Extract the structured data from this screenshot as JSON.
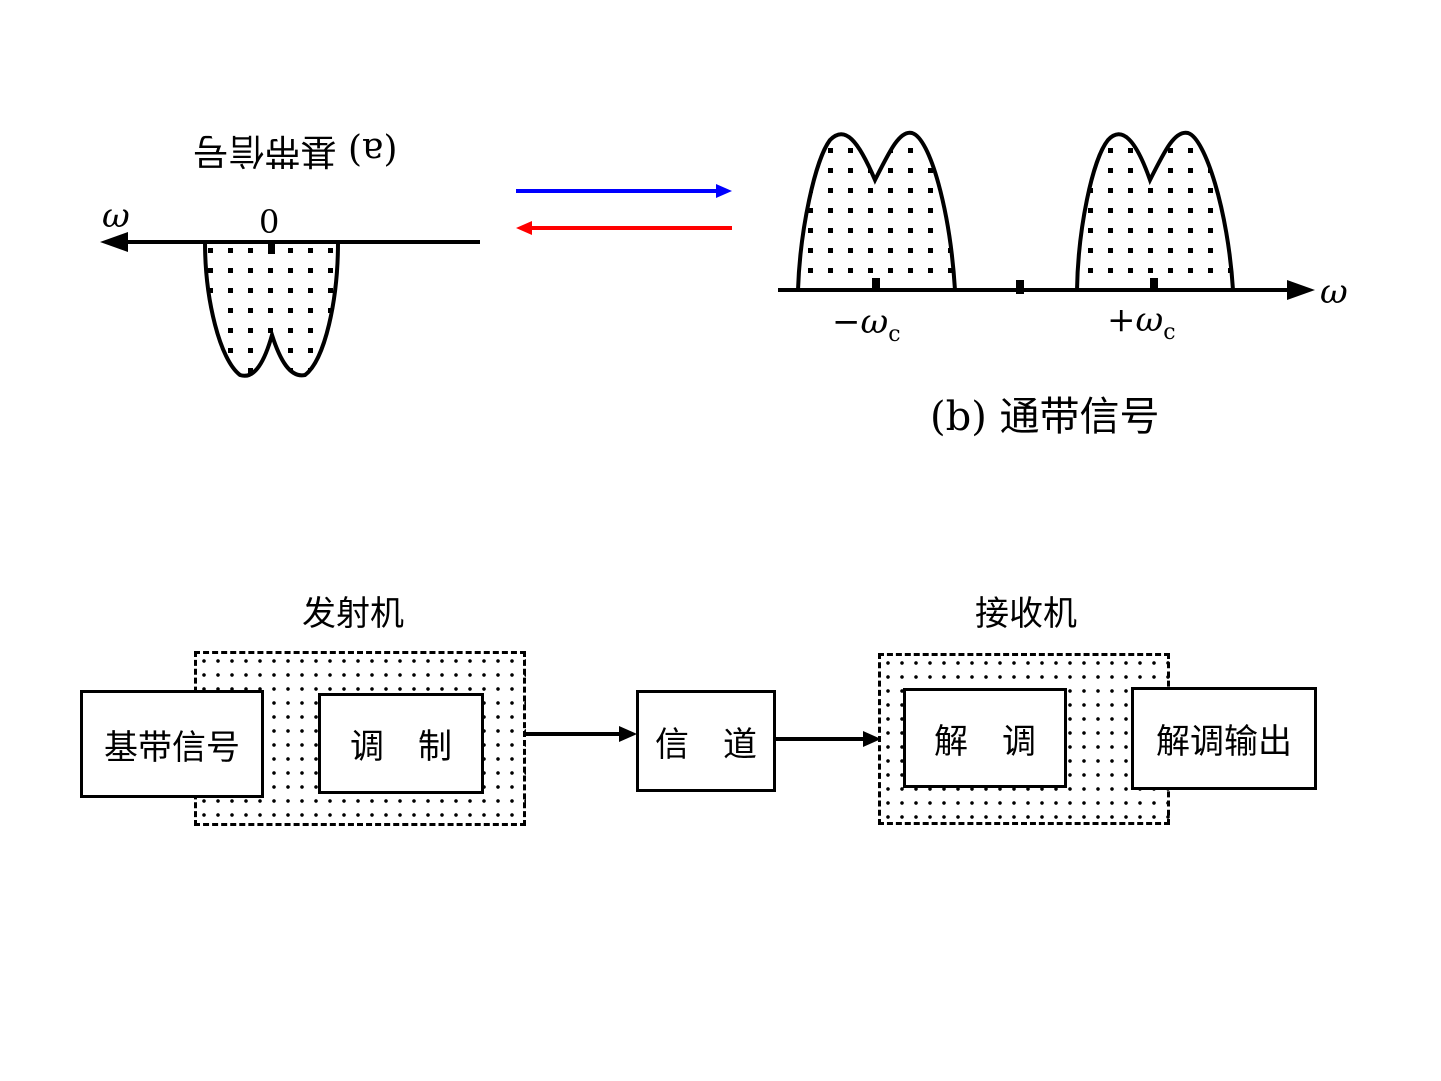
{
  "spectra": {
    "baseband": {
      "caption": "(a) 基带信号",
      "caption_orientation": "upside-down",
      "axis_label": "ω",
      "origin_label": "0"
    },
    "passband": {
      "caption": "(b) 通带信号",
      "axis_label": "ω",
      "neg_carrier_label": "−ω",
      "pos_carrier_label": "+ω",
      "carrier_subscript": "c"
    },
    "arrows": [
      {
        "direction": "right",
        "color": "#0000ff"
      },
      {
        "direction": "left",
        "color": "#ff0000"
      }
    ]
  },
  "block_diagram": {
    "transmitter": {
      "title": "发射机",
      "blocks": [
        "基带信号",
        "调　制"
      ]
    },
    "channel": {
      "label": "信　道"
    },
    "receiver": {
      "title": "接收机",
      "blocks": [
        "解　调",
        "解调输出"
      ]
    }
  }
}
